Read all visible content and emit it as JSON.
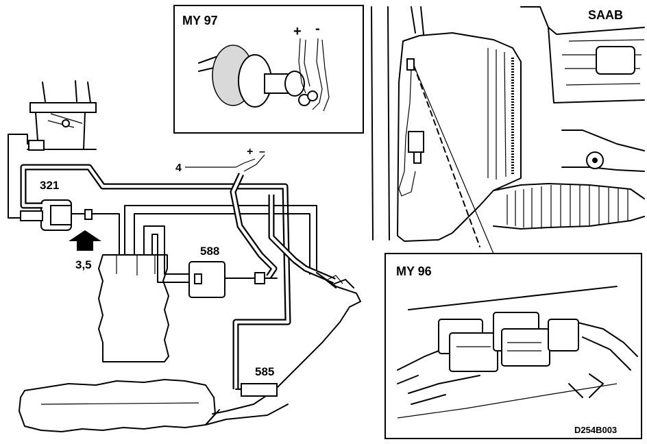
{
  "callouts": {
    "purge_valve": "321",
    "flow_arrow_value": "3,5",
    "connector_ref": "4",
    "plus_sign": "+",
    "minus_sign": "–",
    "fuel_filter": "588",
    "pressure_regulator": "585"
  },
  "inset_my97": {
    "title": "MY 97",
    "plus": "+",
    "minus": "-"
  },
  "inset_my96": {
    "title": "MY 96"
  },
  "figure_id": "D254B003"
}
